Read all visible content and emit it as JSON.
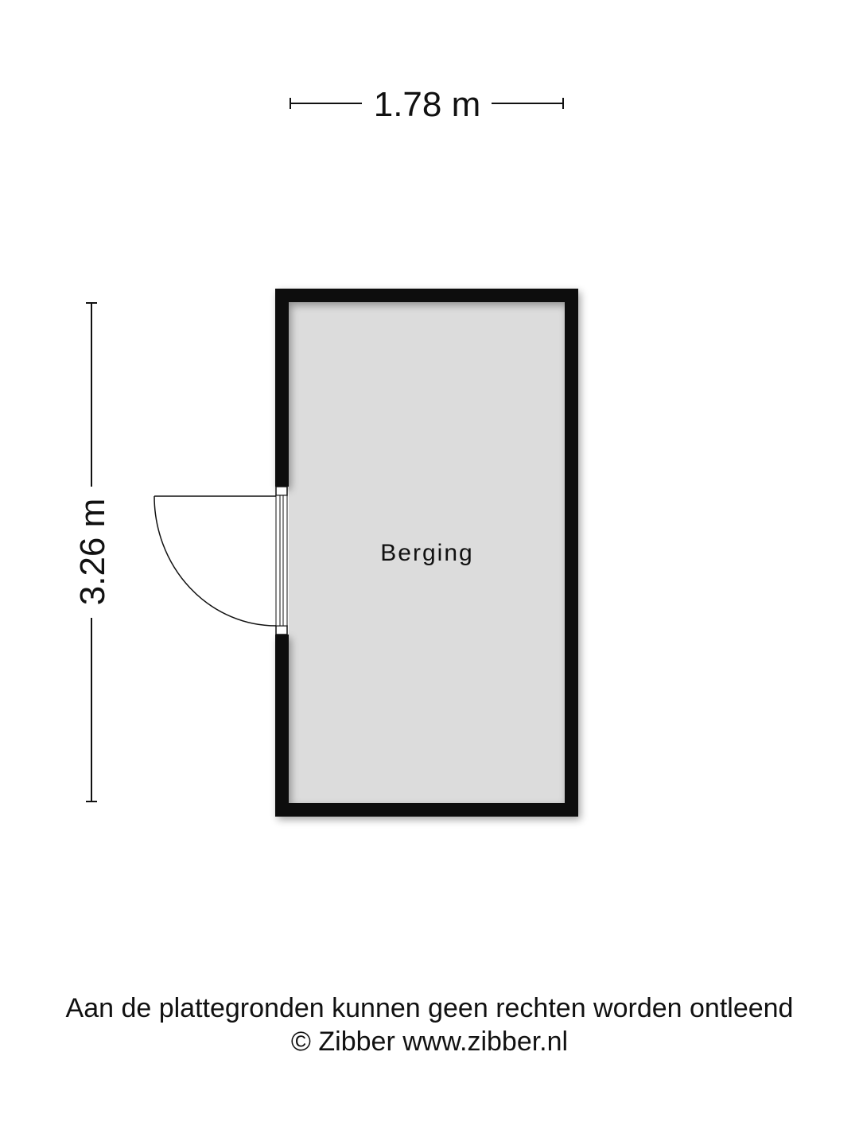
{
  "dimensions": {
    "width_label": "1.78 m",
    "height_label": "3.26 m"
  },
  "room": {
    "name": "Berging"
  },
  "footer": {
    "disclaimer": "Aan de plattegronden kunnen geen rechten worden ontleend",
    "copyright": "© Zibber www.zibber.nl"
  },
  "colors": {
    "wall": "#111111",
    "floor": "#dcdcdc",
    "background": "#ffffff",
    "line": "#111111"
  }
}
